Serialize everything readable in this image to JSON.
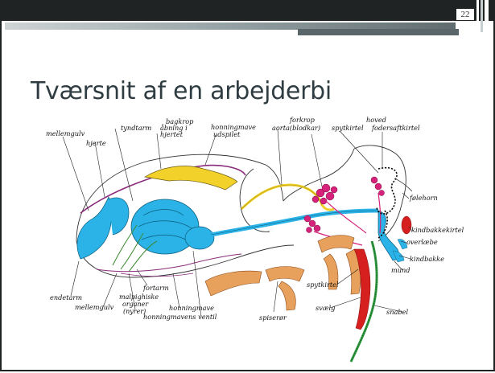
{
  "slide": {
    "page_number": "22",
    "title": "Tværsnit af en arbejderbi"
  },
  "labels": {
    "bagkrop": "bagkrop",
    "abning_i": "åbning i",
    "hjertet": "hjertet",
    "mellemgulv_top": "mellemgulv",
    "tyndtarm": "tyndtarm",
    "hjerte": "hjerte",
    "honningmave_udspilet_1": "honningmave",
    "honningmave_udspilet_2": "udspilet",
    "forkrop": "forkrop",
    "aorta": "aorta(blodkar)",
    "hoved": "hoved",
    "spytkirtel_top": "spytkirtel",
    "fodersaftkirtel": "fodersaftkirtel",
    "folehorn": "følehorn",
    "kindbakkekirtel": "kindbakkekirtel",
    "overlaebe": "overlæbe",
    "kindbakke": "kindbakke",
    "mund": "mund",
    "spytkirtel_low": "spytkirtel",
    "svaelg": "svælg",
    "snabel": "snabel",
    "spiseror": "spiserør",
    "endetarm": "endetarm",
    "mellemgulv_low": "mellemgulv",
    "fortarm": "fortarm",
    "malpighiske": "malpighiske",
    "organer": "organer",
    "nyrer": "(nyrer)",
    "honningmave_low": "honningmave",
    "honningmavens_ventil": "honningmavens ventil"
  },
  "colors": {
    "header": "#1f2324",
    "title_text": "#2f3d42",
    "gut_blue": "#2bb3e8",
    "honey_yellow": "#f2d22a",
    "gland_magenta": "#d6227a",
    "muscle_orange": "#e8a15c",
    "pharynx_red": "#d62020",
    "proboscis_green": "#2e9a3f",
    "malpighian_green": "#3b8a2e",
    "tube_purple": "#8a2a7a"
  }
}
